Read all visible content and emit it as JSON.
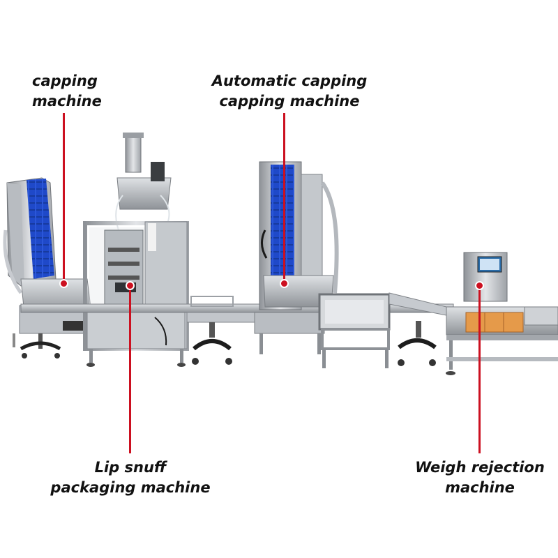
{
  "labels": {
    "capping": {
      "line1": "capping",
      "line2": "machine"
    },
    "automatic_capping": {
      "line1": "Automatic capping",
      "line2": "capping machine"
    },
    "lip_snuff": {
      "line1": "Lip snuff",
      "line2": "packaging machine"
    },
    "weigh_rejection": {
      "line1": "Weigh rejection",
      "line2": "machine"
    }
  },
  "colors": {
    "leader_line": "#cc1020",
    "label_text": "#111111",
    "stainless": "#c9ccd0",
    "conveyor_blue": "#1f49c9",
    "carton": "#e59a4a"
  }
}
